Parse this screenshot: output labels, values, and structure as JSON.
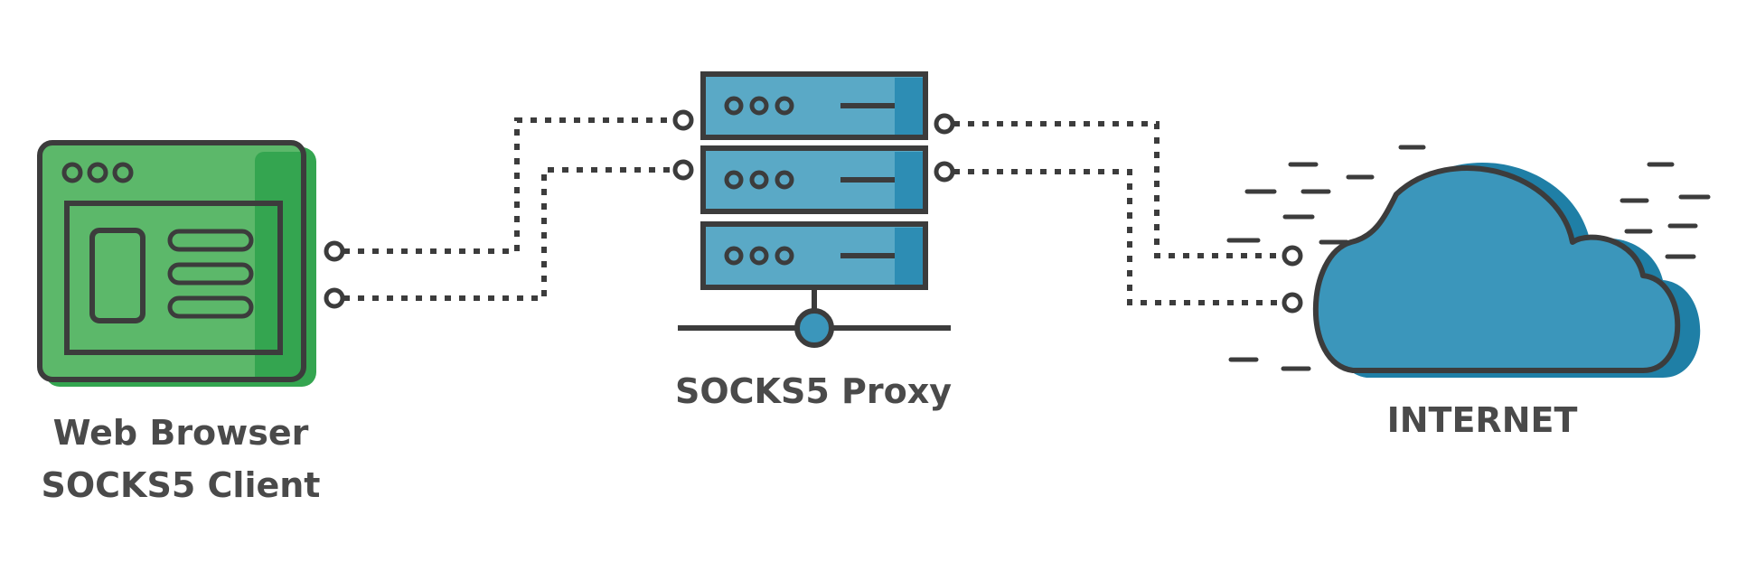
{
  "nodes": {
    "client": {
      "label_line1": "Web Browser",
      "label_line2": "SOCKS5 Client",
      "icon": "web-browser-window-icon"
    },
    "proxy": {
      "label": "SOCKS5 Proxy",
      "icon": "server-rack-icon"
    },
    "internet": {
      "label": "INTERNET",
      "icon": "cloud-icon"
    }
  },
  "connections": [
    {
      "from": "client",
      "to": "proxy",
      "style": "dotted",
      "count": 2
    },
    {
      "from": "proxy",
      "to": "internet",
      "style": "dotted",
      "count": 2
    }
  ],
  "colors": {
    "browser_green": "#5cb86a",
    "browser_green_dark": "#34a550",
    "server_blue": "#5aa9c6",
    "server_blue_dark": "#2d8db4",
    "cloud_blue": "#3b96bb",
    "cloud_blue_dark": "#1f7fa6",
    "outline": "#3c3c3c",
    "text": "#4a4a4a"
  }
}
